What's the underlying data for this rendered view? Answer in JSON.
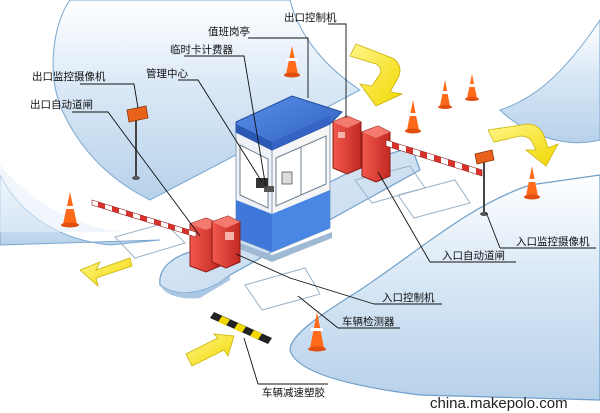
{
  "labels": {
    "booth": "值班岗亭",
    "exit_controller": "出口控制机",
    "temp_card_meter": "临时卡计费器",
    "exit_camera": "出口监控摄像机",
    "management_center": "管理中心",
    "exit_barrier": "出口自动道闸",
    "entry_camera": "入口监控摄像机",
    "entry_barrier": "入口自动道闸",
    "entry_controller": "入口控制机",
    "vehicle_detector": "车辆检测器",
    "speed_bump": "车辆减速塑胶"
  },
  "watermark": "china.makepolo.com",
  "colors": {
    "ground": "#cfe2f3",
    "ground_edge": "#6f9fc9",
    "booth_roof": "#3a6fd0",
    "booth_wall": "#f3f3f3",
    "machine_red": "#e03a30",
    "arrow_yellow": "#f7e41a",
    "cone_orange": "#ff6a1a",
    "barrier_stripe": "#d8322a"
  }
}
